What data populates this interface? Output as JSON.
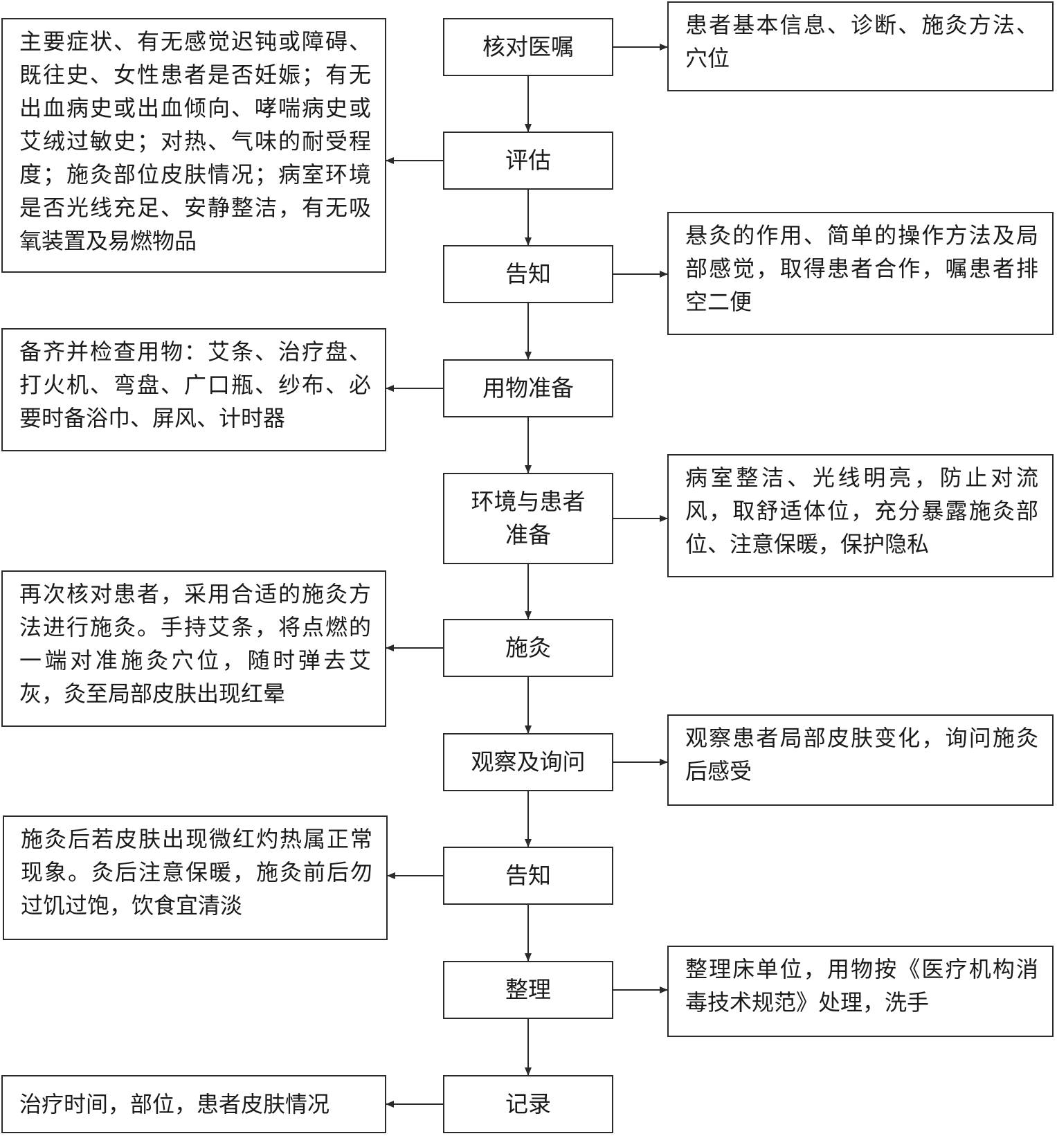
{
  "steps": [
    {
      "id": "verify-order",
      "label": "核对医嘱"
    },
    {
      "id": "assess",
      "label": "评估"
    },
    {
      "id": "inform",
      "label": "告知"
    },
    {
      "id": "prepare-supplies",
      "label": "用物准备"
    },
    {
      "id": "prepare-env-patient",
      "label": "环境与患者准备"
    },
    {
      "id": "moxibustion",
      "label": "施灸"
    },
    {
      "id": "observe-ask",
      "label": "观察及询问"
    },
    {
      "id": "inform-after",
      "label": "告知"
    },
    {
      "id": "tidy",
      "label": "整理"
    },
    {
      "id": "record",
      "label": "记录"
    }
  ],
  "notes": [
    {
      "step": "verify-order",
      "side": "right",
      "text": "患者基本信息、诊断、施灸方法、穴位"
    },
    {
      "step": "assess",
      "side": "left",
      "text": "主要症状、有无感觉迟钝或障碍、既往史、女性患者是否妊娠；有无出血病史或出血倾向、哮喘病史或艾绒过敏史；对热、气味的耐受程度；施灸部位皮肤情况；病室环境是否光线充足、安静整洁，有无吸氧装置及易燃物品"
    },
    {
      "step": "inform",
      "side": "right",
      "text": "悬灸的作用、简单的操作方法及局部感觉，取得患者合作，嘱患者排空二便"
    },
    {
      "step": "prepare-supplies",
      "side": "left",
      "text": "备齐并检查用物：艾条、治疗盘、打火机、弯盘、广口瓶、纱布、必要时备浴巾、屏风、计时器"
    },
    {
      "step": "prepare-env-patient",
      "side": "right",
      "text": "病室整洁、光线明亮，防止对流风，取舒适体位，充分暴露施灸部位、注意保暖，保护隐私"
    },
    {
      "step": "moxibustion",
      "side": "left",
      "text": "再次核对患者，采用合适的施灸方法进行施灸。手持艾条，将点燃的一端对准施灸穴位，随时弹去艾灰，灸至局部皮肤出现红晕"
    },
    {
      "step": "observe-ask",
      "side": "right",
      "text": "观察患者局部皮肤变化，询问施灸后感受"
    },
    {
      "step": "inform-after",
      "side": "left",
      "text": "施灸后若皮肤出现微红灼热属正常现象。灸后注意保暖，施灸前后勿过饥过饱，饮食宜清淡"
    },
    {
      "step": "tidy",
      "side": "right",
      "text": "整理床单位，用物按《医疗机构消毒技术规范》处理，洗手"
    },
    {
      "step": "record",
      "side": "left",
      "text": "治疗时间，部位，患者皮肤情况"
    }
  ]
}
